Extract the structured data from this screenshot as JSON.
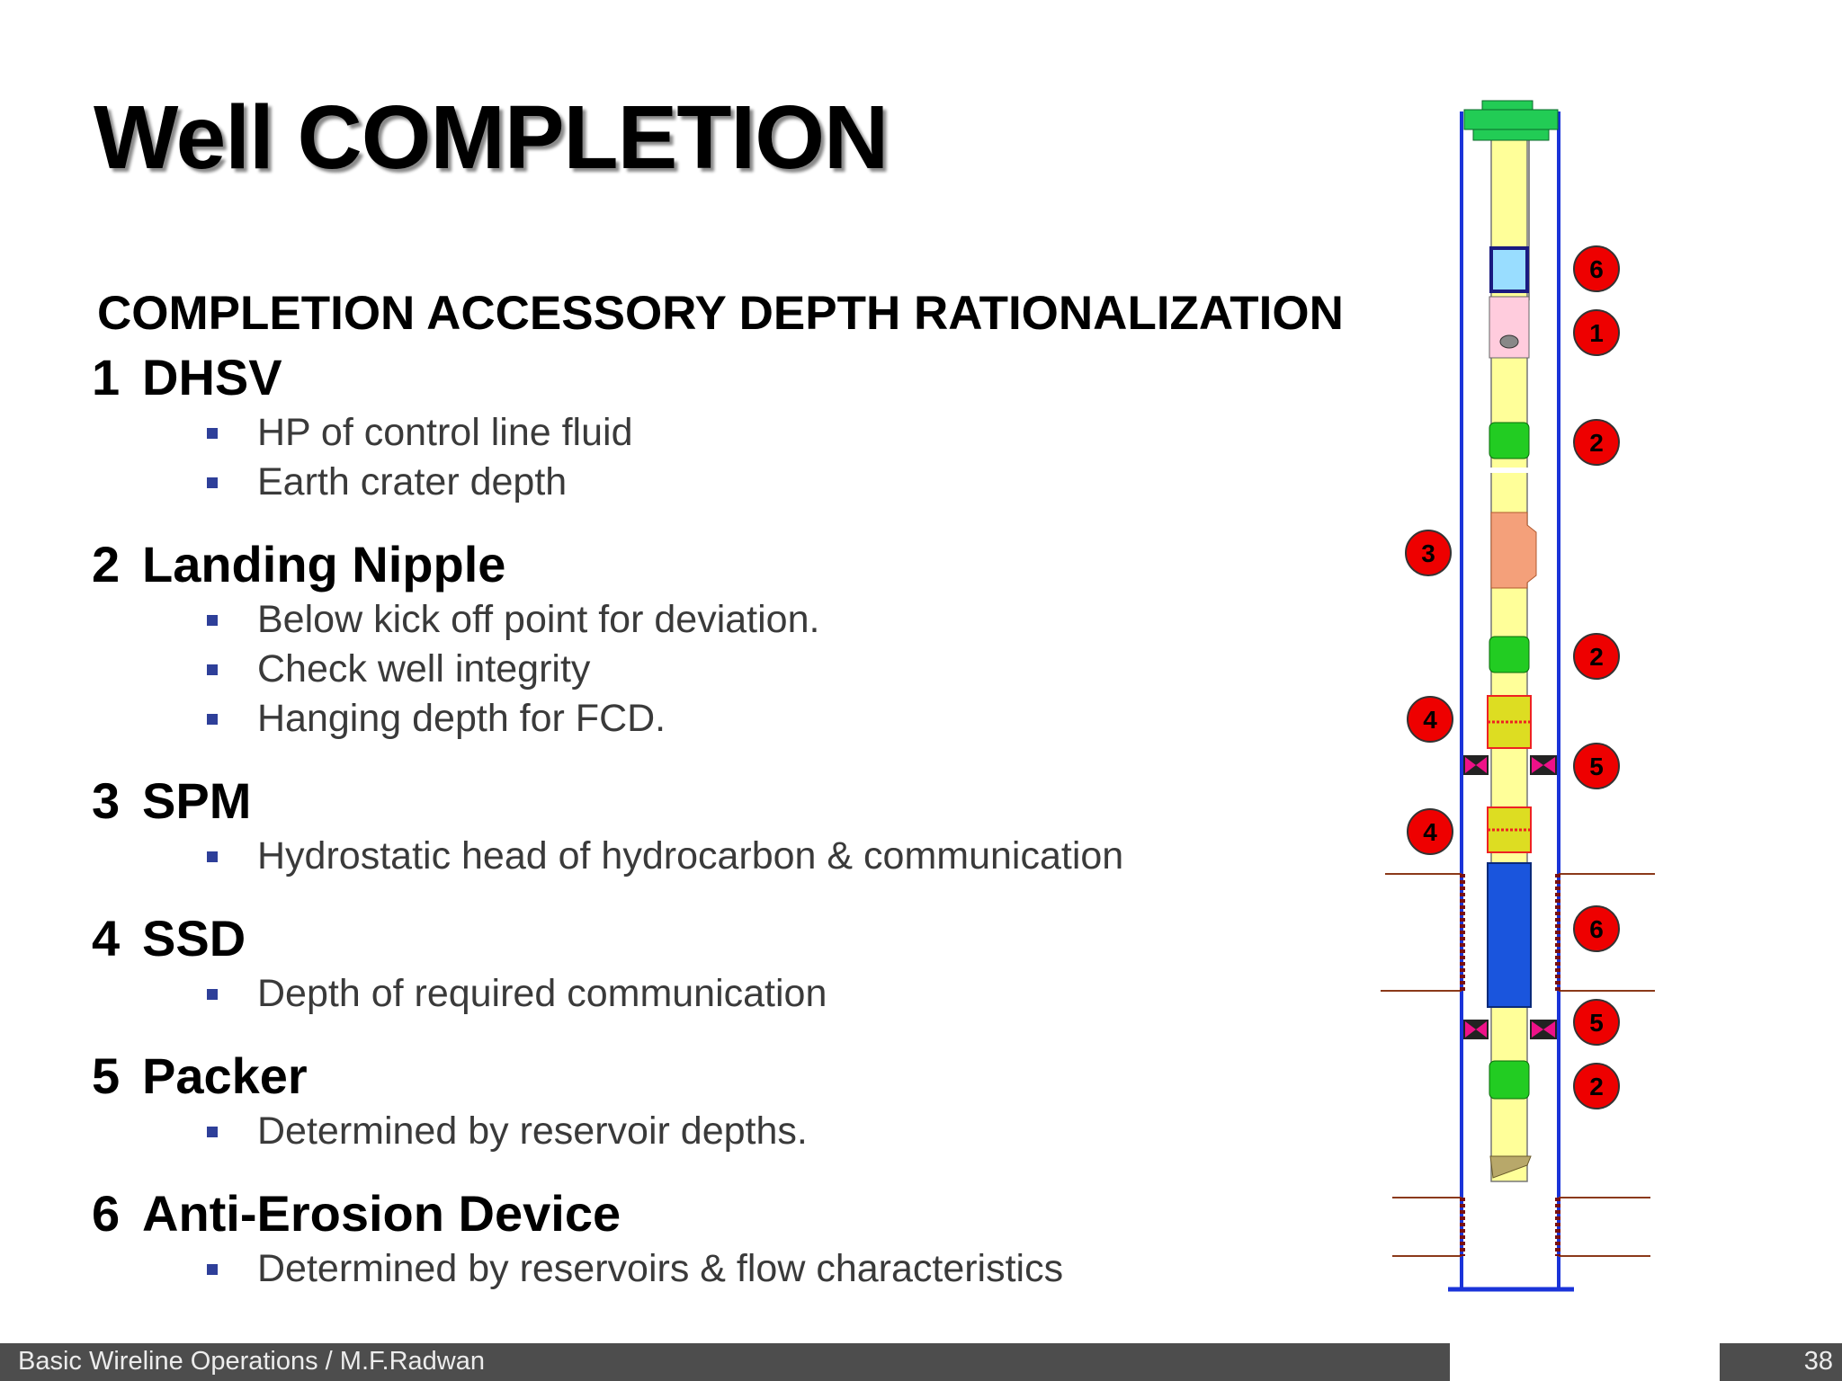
{
  "title": "Well COMPLETION",
  "subtitle": "COMPLETION ACCESSORY DEPTH RATIONALIZATION",
  "sections": [
    {
      "num": "1",
      "heading": "DHSV",
      "bullets": [
        "HP of control line fluid",
        "Earth crater depth"
      ]
    },
    {
      "num": "2",
      "heading": "Landing Nipple",
      "bullets": [
        "Below kick off point for deviation.",
        "Check well integrity",
        "Hanging depth for FCD."
      ]
    },
    {
      "num": "3",
      "heading": "SPM",
      "bullets": [
        "Hydrostatic head of hydrocarbon & communication"
      ]
    },
    {
      "num": "4",
      "heading": "SSD",
      "bullets": [
        "Depth of required communication"
      ]
    },
    {
      "num": "5",
      "heading": "Packer",
      "bullets": [
        "Determined by reservoir depths."
      ]
    },
    {
      "num": "6",
      "heading": "Anti-Erosion Device",
      "bullets": [
        "Determined by reservoirs & flow characteristics"
      ]
    }
  ],
  "diagram": {
    "markers": [
      "6",
      "1",
      "2",
      "3",
      "2",
      "4",
      "5",
      "4",
      "6",
      "5",
      "2"
    ]
  },
  "footer": {
    "text": "Basic Wireline Operations / M.F.Radwan",
    "page": "38"
  },
  "colors": {
    "marker_fill": "#ee0000",
    "tubing": "#ffff99",
    "casing_line": "#1a33d9",
    "nipple": "#22cc22",
    "bullet": "#2e3f99",
    "footer_bar": "#4d4d4d"
  }
}
